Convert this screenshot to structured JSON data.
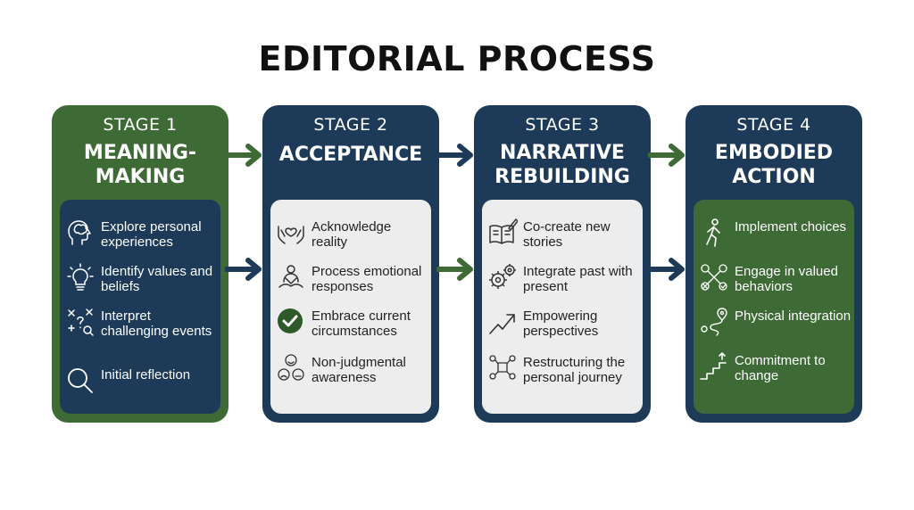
{
  "title": "EDITORIAL PROCESS",
  "colors": {
    "green": "#3e6a35",
    "navy": "#1d3a59",
    "light": "#ededed"
  },
  "stages": [
    {
      "label": "STAGE 1",
      "title_lines": [
        "MEANING-",
        "MAKING"
      ],
      "items": [
        {
          "icon": "brain-head-icon",
          "text": "Explore personal experiences"
        },
        {
          "icon": "lightbulb-icon",
          "text": "Identify values and beliefs"
        },
        {
          "icon": "question-puzzle-icon",
          "text": "Interpret challenging events"
        },
        {
          "icon": "magnifier-icon",
          "text": "Initial reflection"
        }
      ]
    },
    {
      "label": "STAGE 2",
      "title_lines": [
        "ACCEPTANCE"
      ],
      "items": [
        {
          "icon": "hands-heart-icon",
          "text": "Acknowledge reality"
        },
        {
          "icon": "meditating-person-icon",
          "text": "Process emotional responses"
        },
        {
          "icon": "check-circle-icon",
          "text": "Embrace current circumstances"
        },
        {
          "icon": "faces-icon",
          "text": "Non-judgmental awareness"
        }
      ]
    },
    {
      "label": "STAGE 3",
      "title_lines": [
        "NARRATIVE",
        "REBUILDING"
      ],
      "items": [
        {
          "icon": "book-pen-icon",
          "text": "Co-create new stories"
        },
        {
          "icon": "gears-icon",
          "text": "Integrate past with present"
        },
        {
          "icon": "trend-up-icon",
          "text": "Empowering perspectives"
        },
        {
          "icon": "people-network-icon",
          "text": "Restructuring the personal journey"
        }
      ]
    },
    {
      "label": "STAGE 4",
      "title_lines": [
        "EMBODIED",
        "ACTION"
      ],
      "items": [
        {
          "icon": "walking-person-icon",
          "text": "Implement choices"
        },
        {
          "icon": "choice-paths-icon",
          "text": "Engage in valued behaviors"
        },
        {
          "icon": "route-pin-icon",
          "text": "Physical integration"
        },
        {
          "icon": "stairs-icon",
          "text": "Commitment to change"
        }
      ]
    }
  ]
}
